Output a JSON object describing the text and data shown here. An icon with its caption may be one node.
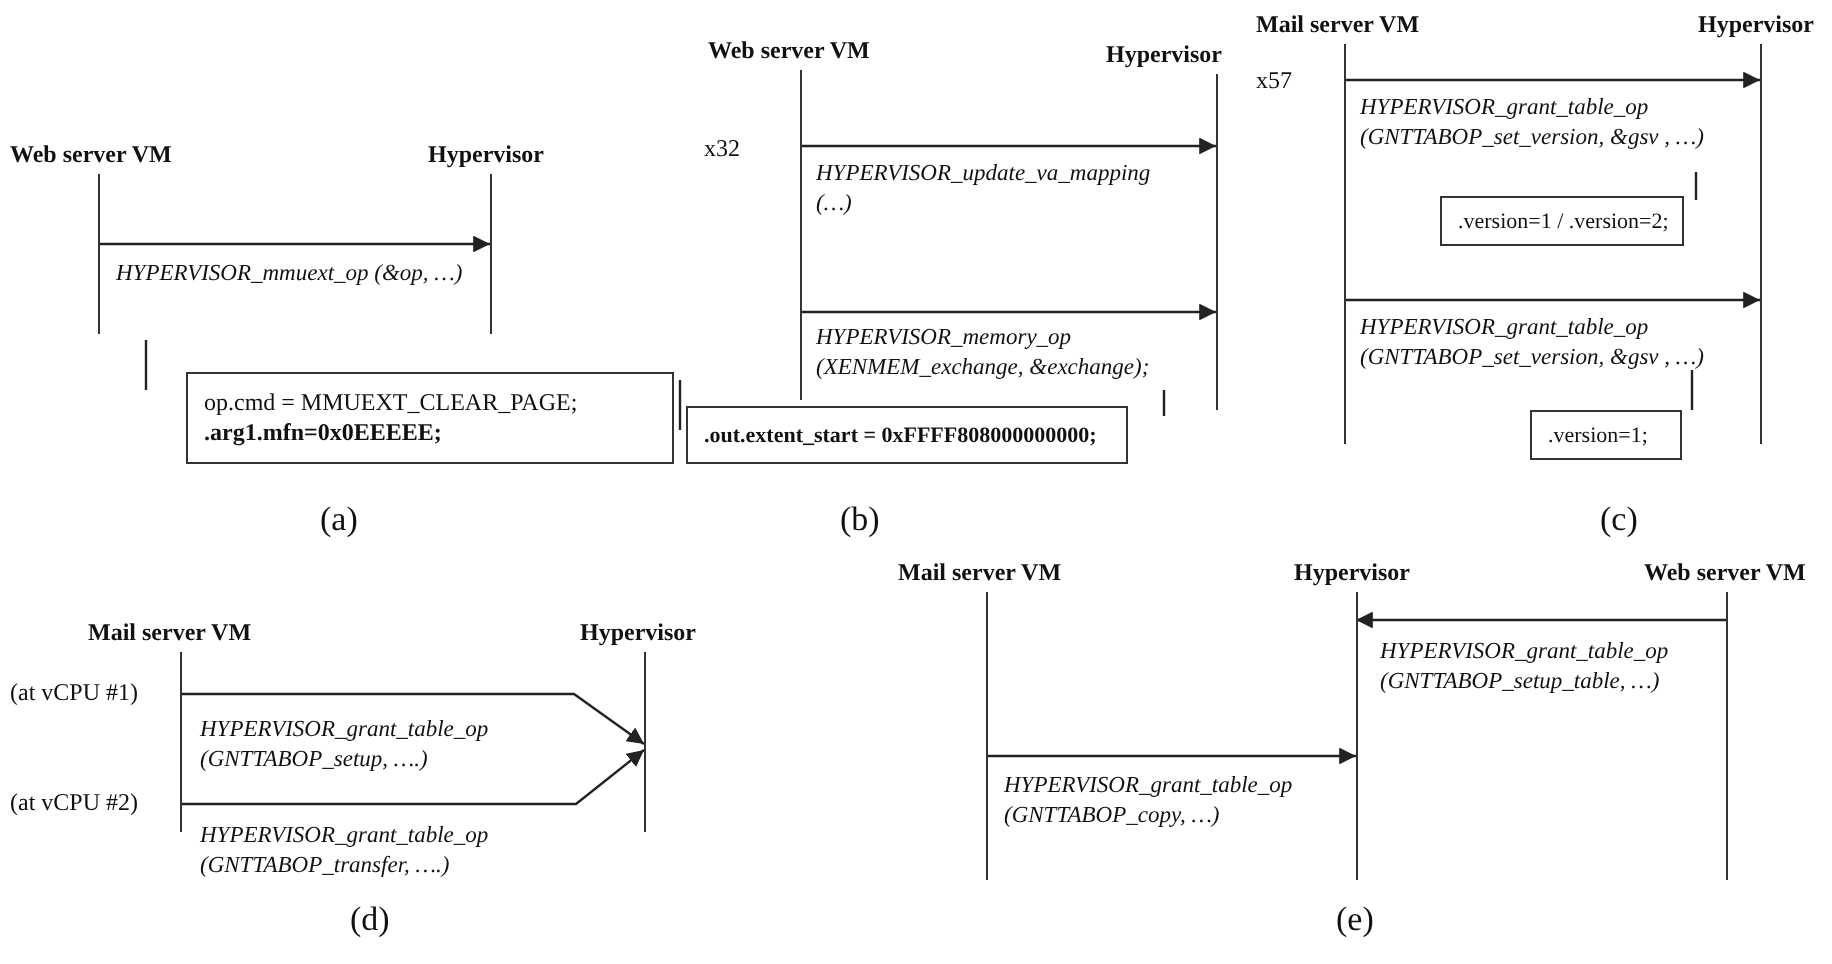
{
  "diagram": {
    "nodes": [
      {
        "text": [
          "Web server VM"
        ]
      },
      {
        "text": [
          "Hypervisor"
        ]
      },
      {
        "text": [
          "op.cmd = MMUEXT_CLEAR_PAGE; **.arg1.mfn=0x0EEEEE;**"
        ]
      },
      {
        "text": [
          "Web server VM"
        ]
      },
      {
        "text": [
          "Hypervisor"
        ]
      },
      {
        "text": [
          ".out.extent_start = 0xFFFF808000000000;"
        ]
      },
      {
        "text": [
          "Mail server VM"
        ]
      },
      {
        "text": [
          "Hypervisor"
        ]
      },
      {
        "text": [
          ".version=1 / .version=2;"
        ]
      },
      {
        "text": [
          ".version=1;"
        ]
      },
      {
        "text": [
          "Mail server VM"
        ]
      },
      {
        "text": [
          "Hypervisor"
        ]
      },
      {
        "text": [
          "Mail server VM"
        ]
      },
      {
        "text": [
          "Hypervisor"
        ]
      },
      {
        "text": [
          "Web server VM"
        ]
      }
    ],
    "edges": [
      {
        "from": 0,
        "to": 1,
        "arrow": "to",
        "label": "HYPERVISOR_mmuext_op (&op, …)"
      },
      {
        "from": 3,
        "to": 4,
        "arrow": "to",
        "label": "HYPERVISOR_update_va_mapping (…)"
      },
      {
        "from": 3,
        "to": 4,
        "arrow": "to",
        "label": "HYPERVISOR_memory_op (XENMEM_exchange, &exchange);"
      },
      {
        "from": 6,
        "to": 7,
        "arrow": "to",
        "label": "HYPERVISOR_grant_table_op (GNTTABOP_set_version, &gsv , …)"
      },
      {
        "from": 6,
        "to": 7,
        "arrow": "to",
        "label": "HYPERVISOR_grant_table_op (GNTTABOP_set_version, &gsv , …)"
      },
      {
        "from": 10,
        "to": 11,
        "arrow": "to",
        "label": "HYPERVISOR_grant_table_op (GNTTABOP_setup, ….)"
      },
      {
        "from": 10,
        "to": 11,
        "arrow": "to",
        "label": "HYPERVISOR_grant_table_op (GNTTABOP_transfer, ….)"
      },
      {
        "from": 14,
        "to": 13,
        "arrow": "to",
        "label": "HYPERVISOR_grant_table_op (GNTTABOP_setup_table, …)"
      },
      {
        "from": 12,
        "to": 13,
        "arrow": "to",
        "label": "HYPERVISOR_grant_table_op (GNTTABOP_copy, …)"
      }
    ],
    "labels": [
      "x32",
      "x57",
      "(a)",
      "(b)",
      "(c)",
      "(at vCPU #1)",
      "(at vCPU #2)",
      "(d)",
      "(e)"
    ]
  }
}
